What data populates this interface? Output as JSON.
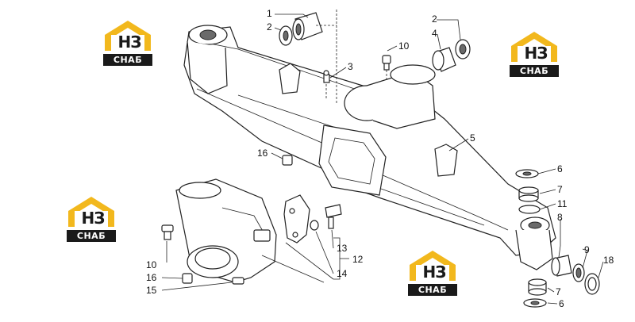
{
  "logo": {
    "letters": "НЗ",
    "sub": "СНАБ"
  },
  "callouts": {
    "c1": "1",
    "c2a": "2",
    "c2b": "2",
    "c3": "3",
    "c4": "4",
    "c5": "5",
    "c6a": "6",
    "c6b": "6",
    "c7a": "7",
    "c7b": "7",
    "c8": "8",
    "c9": "9",
    "c10a": "10",
    "c10b": "10",
    "c11": "11",
    "c12": "12",
    "c13": "13",
    "c14": "14",
    "c15": "15",
    "c16a": "16",
    "c16b": "16",
    "c18": "18"
  },
  "colors": {
    "logo_yellow": "#f2b81d",
    "logo_dark": "#1a1a1a",
    "line": "#222222"
  }
}
